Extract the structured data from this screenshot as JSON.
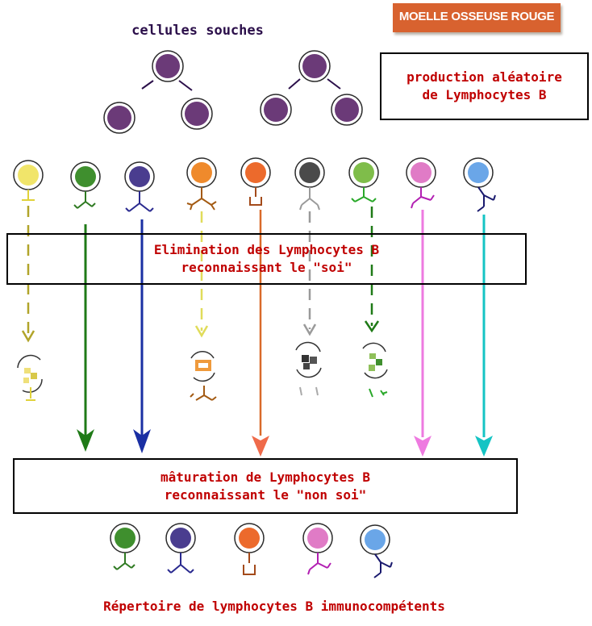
{
  "title_stem": "cellules souches",
  "badge": "MOELLE OSSEUSE ROUGE",
  "production_box": {
    "line1": "production aléatoire",
    "line2": "de Lymphocytes B"
  },
  "elimination_box": {
    "line1": "Elimination des Lymphocytes B",
    "line2": "reconnaissant le \"soi\""
  },
  "maturation_box": {
    "line1": "mâturation de Lymphocytes B",
    "line2": "reconnaissant le \"non soi\""
  },
  "repertoire": "Répertoire de lymphocytes B immunocompétents",
  "colors": {
    "stem_cell": "#6b3a78",
    "yellow": "#f1e56a",
    "green": "#3f8f2e",
    "indigo": "#4a3d8f",
    "orange": "#ef8a2c",
    "red_orange": "#ec6a2c",
    "dark_gray": "#4a4a4a",
    "light_green": "#7fbd4a",
    "pink": "#e07bc6",
    "blue": "#6aa6e8",
    "arrow_green": "#1f7a17",
    "arrow_blue": "#1a2fa3",
    "arrow_orange": "#d96a2a",
    "arrow_pink": "#ee7ae0",
    "arrow_teal": "#15c4c4",
    "arrow_olive": "#b1a42a",
    "arrow_gray": "#999999"
  },
  "lymphocytes": [
    {
      "color": "yellow",
      "fate": "eliminated"
    },
    {
      "color": "green",
      "fate": "matured"
    },
    {
      "color": "indigo",
      "fate": "matured"
    },
    {
      "color": "orange",
      "fate": "eliminated"
    },
    {
      "color": "red_orange",
      "fate": "matured"
    },
    {
      "color": "dark_gray",
      "fate": "eliminated"
    },
    {
      "color": "light_green",
      "fate": "eliminated"
    },
    {
      "color": "pink",
      "fate": "matured"
    },
    {
      "color": "blue",
      "fate": "matured"
    }
  ]
}
